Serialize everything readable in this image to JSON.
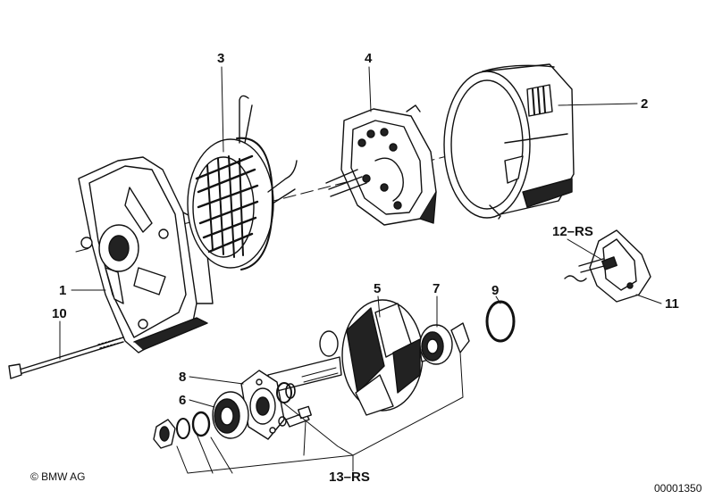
{
  "colors": {
    "ink": "#111111",
    "paper": "#ffffff",
    "shade": "#222222"
  },
  "callouts": {
    "c1": "1",
    "c2": "2",
    "c3": "3",
    "c4": "4",
    "c5": "5",
    "c6": "6",
    "c7": "7",
    "c8": "8",
    "c9": "9",
    "c10": "10",
    "c11": "11",
    "c12": "12–RS",
    "c13": "13–RS"
  },
  "footer": {
    "copyright": "© BMW AG",
    "diagram_number": "00001350"
  }
}
